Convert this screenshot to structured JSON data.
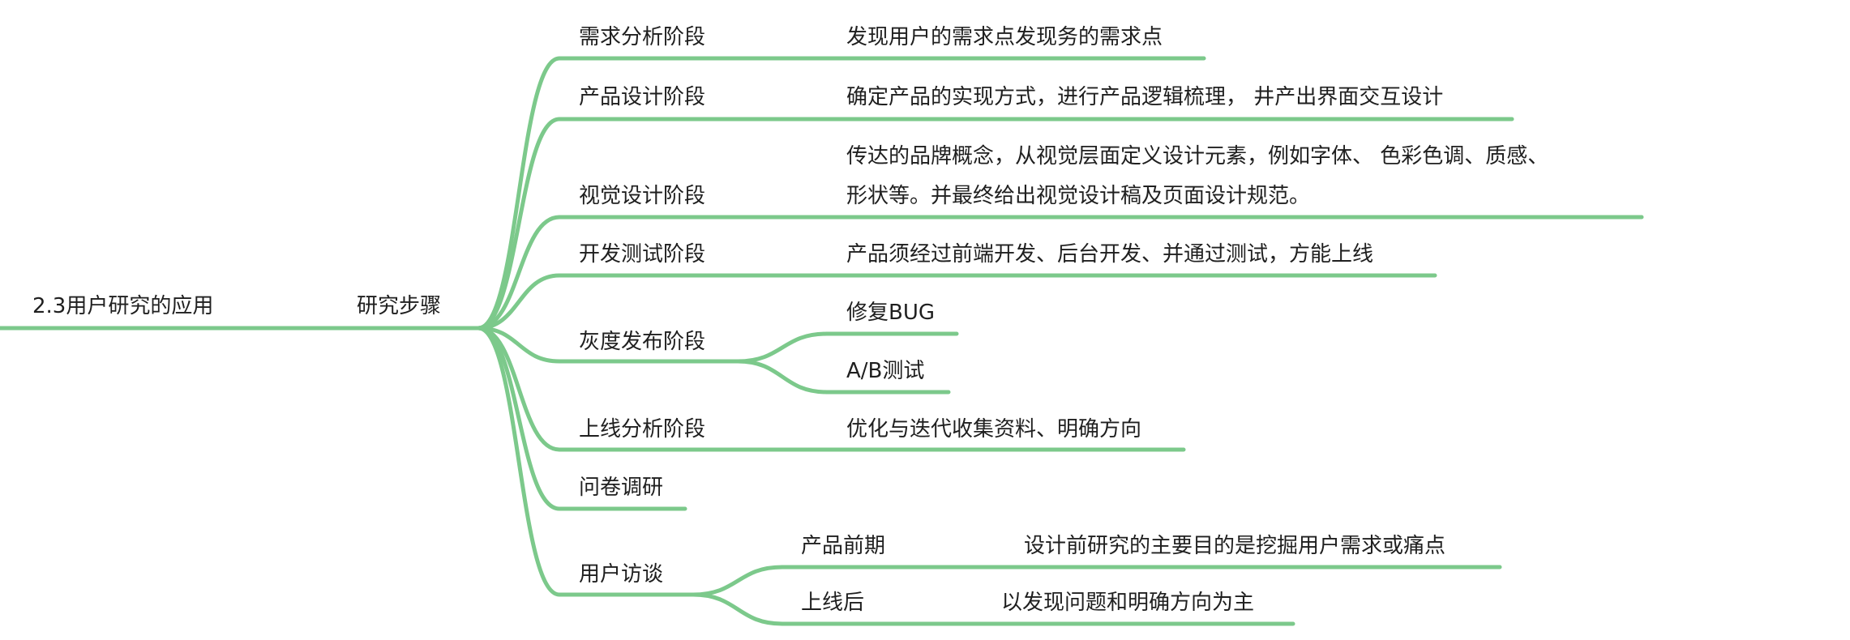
{
  "colors": {
    "line": "#7cc98b",
    "text": "#1f1f1f",
    "background": "#ffffff"
  },
  "root": {
    "label": "2.3用户研究的应用"
  },
  "hub": {
    "label": "研究步骤"
  },
  "branches": [
    {
      "label": "需求分析阶段",
      "details": [
        "发现用户的需求点发现务的需求点"
      ]
    },
    {
      "label": "产品设计阶段",
      "details": [
        "确定产品的实现方式，进行产品逻辑梳理，  井产出界面交互设计"
      ]
    },
    {
      "label": "视觉设计阶段",
      "details": [
        "传达的品牌概念，从视觉层面定义设计元素，例如字体、 色彩色调、质感、",
        "形状等。并最终给出视觉设计稿及页面设计规范。"
      ]
    },
    {
      "label": "开发测试阶段",
      "details": [
        "产品须经过前端开发、后台开发、并通过测试，方能上线"
      ]
    },
    {
      "label": "灰度发布阶段",
      "children": [
        {
          "label": "修复BUG"
        },
        {
          "label": "A/B测试"
        }
      ]
    },
    {
      "label": "上线分析阶段",
      "details": [
        "优化与迭代收集资料、明确方向"
      ]
    },
    {
      "label": "问卷调研"
    },
    {
      "label": "用户访谈",
      "children": [
        {
          "label": "产品前期",
          "detail": "设计前研究的主要目的是挖掘用户需求或痛点"
        },
        {
          "label": "上线后",
          "detail": "以发现问题和明确方向为主"
        }
      ]
    }
  ]
}
